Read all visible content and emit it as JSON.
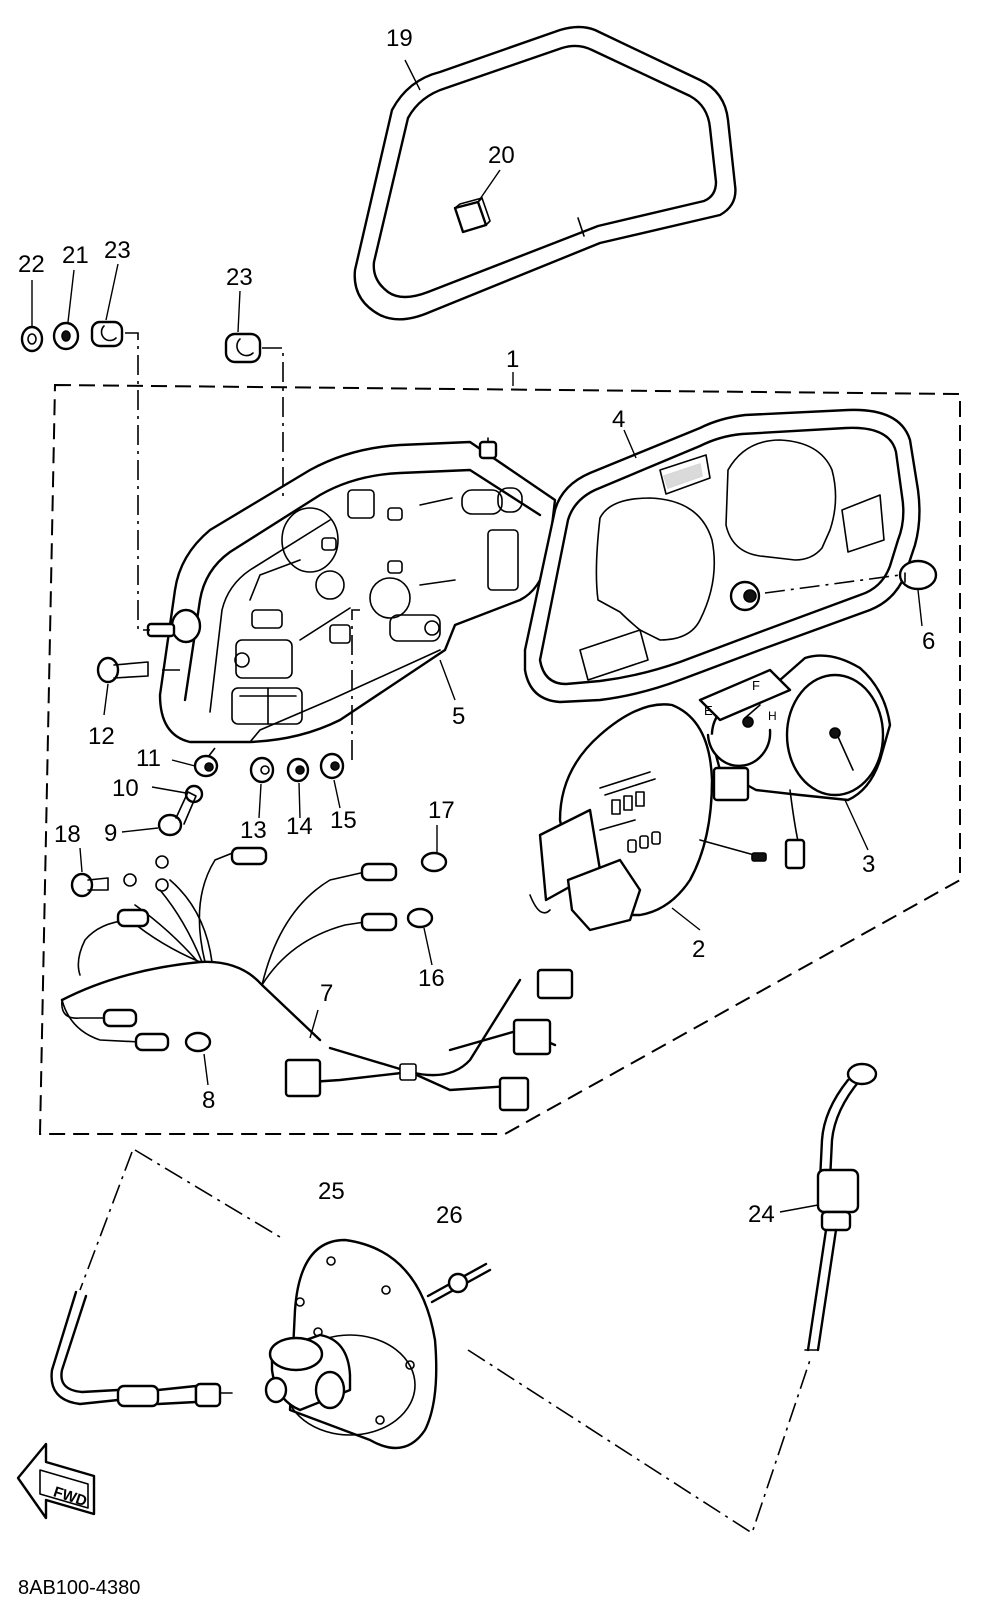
{
  "diagram": {
    "drawing_code": "8AB100-4380",
    "fwd_label": "FWD",
    "callouts": [
      {
        "id": "c1",
        "label": "1"
      },
      {
        "id": "c2",
        "label": "2"
      },
      {
        "id": "c3",
        "label": "3"
      },
      {
        "id": "c4",
        "label": "4"
      },
      {
        "id": "c5",
        "label": "5"
      },
      {
        "id": "c6",
        "label": "6"
      },
      {
        "id": "c7",
        "label": "7"
      },
      {
        "id": "c8",
        "label": "8"
      },
      {
        "id": "c9",
        "label": "9"
      },
      {
        "id": "c10",
        "label": "10"
      },
      {
        "id": "c11",
        "label": "11"
      },
      {
        "id": "c12",
        "label": "12"
      },
      {
        "id": "c13",
        "label": "13"
      },
      {
        "id": "c14",
        "label": "14"
      },
      {
        "id": "c15",
        "label": "15"
      },
      {
        "id": "c16",
        "label": "16"
      },
      {
        "id": "c17",
        "label": "17"
      },
      {
        "id": "c18",
        "label": "18"
      },
      {
        "id": "c19",
        "label": "19"
      },
      {
        "id": "c20",
        "label": "20"
      },
      {
        "id": "c21",
        "label": "21"
      },
      {
        "id": "c22",
        "label": "22"
      },
      {
        "id": "c23a",
        "label": "23"
      },
      {
        "id": "c23b",
        "label": "23"
      },
      {
        "id": "c24",
        "label": "24"
      },
      {
        "id": "c25",
        "label": "25"
      },
      {
        "id": "c26",
        "label": "26"
      }
    ]
  }
}
